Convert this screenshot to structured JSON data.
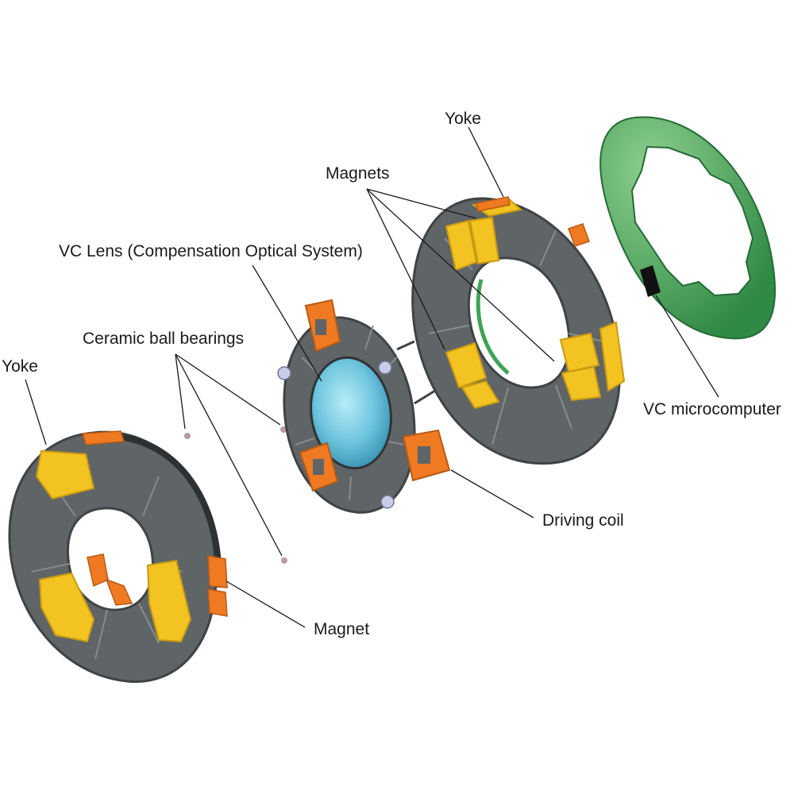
{
  "labels": {
    "yoke_right": "Yoke",
    "magnets": "Magnets",
    "vc_lens": "VC Lens (Compensation Optical System)",
    "ceramic_ball_bearings": "Ceramic ball bearings",
    "yoke_left": "Yoke",
    "vc_microcomputer": "VC microcomputer",
    "driving_coil": "Driving coil",
    "magnet": "Magnet"
  },
  "colors": {
    "housing_gray": "#5f6466",
    "housing_dark": "#3f4345",
    "magnet_yellow": "#f2c321",
    "coil_orange": "#ef7a22",
    "pcb_green": "#3f9a54",
    "lens_blue": "#6fc6de",
    "chip_black": "#111111",
    "bearing_pink": "#b89aa6"
  }
}
